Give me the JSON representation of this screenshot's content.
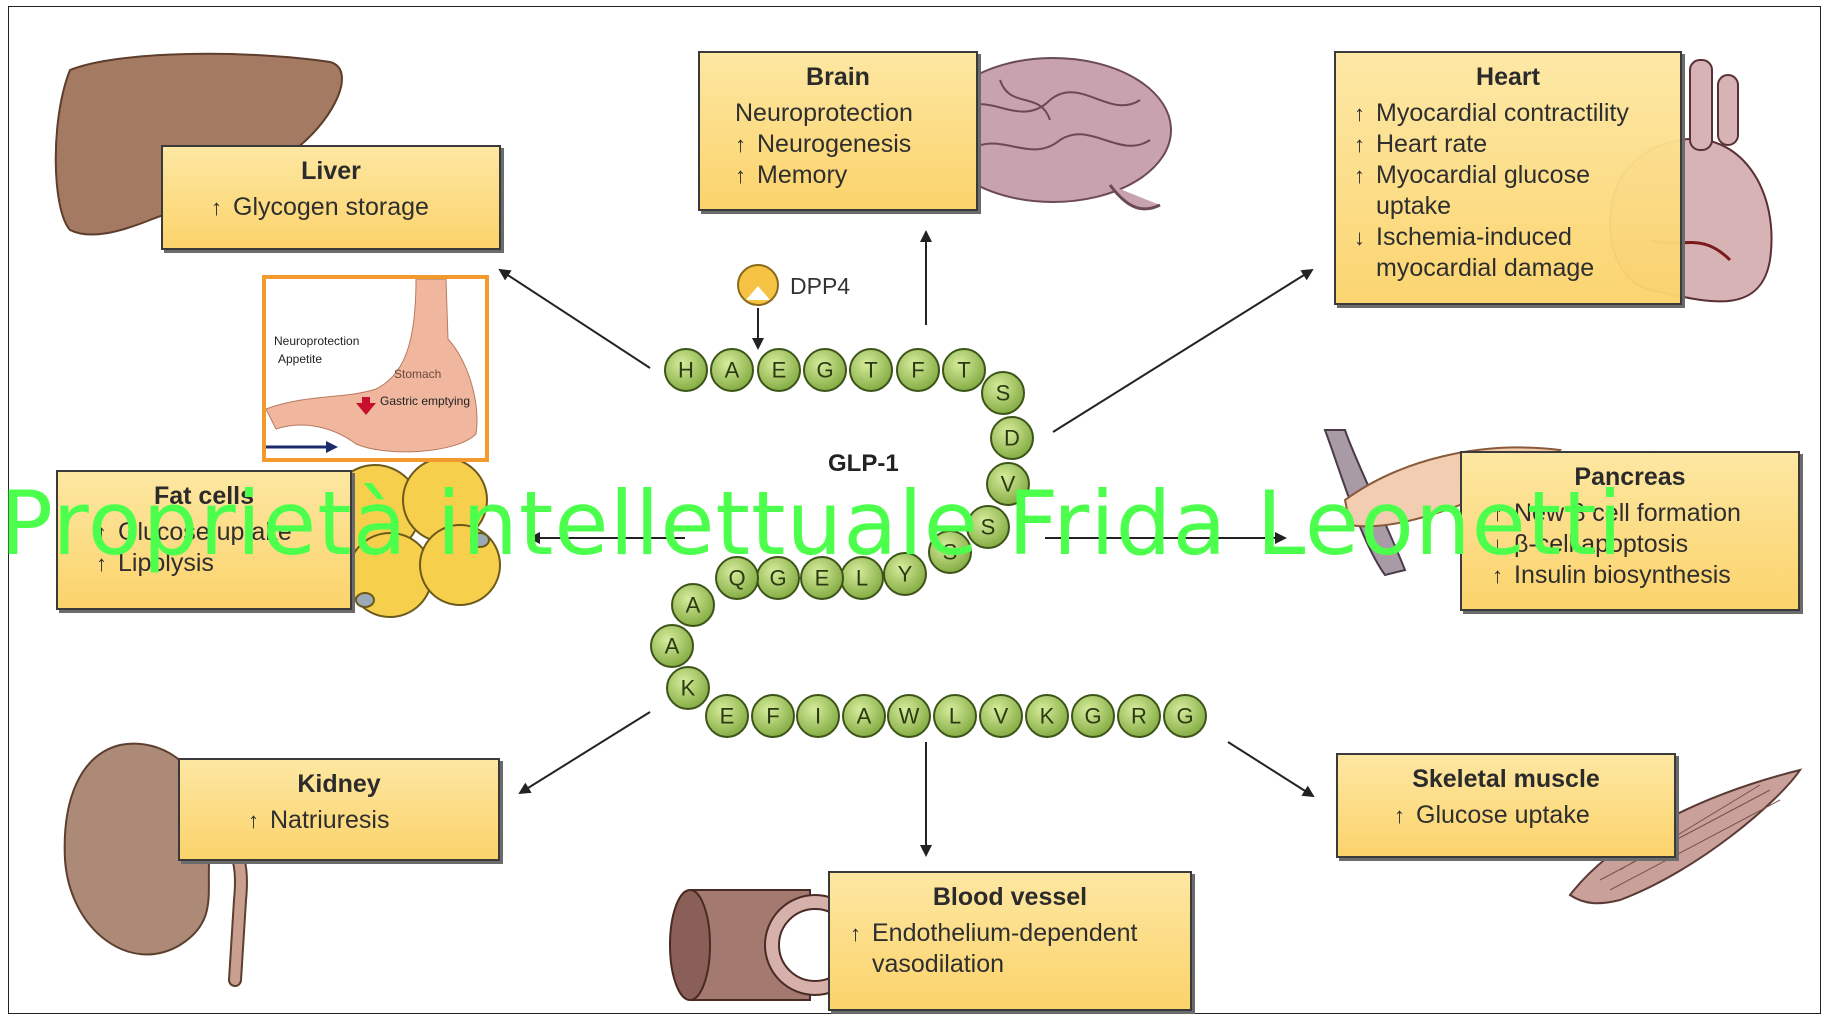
{
  "watermark": "Proprietà intellettuale Frida Leonetti",
  "peptide": {
    "name": "GLP-1",
    "enzyme": "DPP4",
    "sequence": [
      "H",
      "A",
      "E",
      "G",
      "T",
      "F",
      "T",
      "S",
      "D",
      "V",
      "S",
      "S",
      "Y",
      "L",
      "E",
      "G",
      "Q",
      "A",
      "A",
      "K",
      "E",
      "F",
      "I",
      "A",
      "W",
      "L",
      "V",
      "K",
      "G",
      "R",
      "G"
    ]
  },
  "organs": {
    "liver": {
      "title": "Liver",
      "effects": [
        {
          "arrow": "↑",
          "text": "Glycogen storage"
        }
      ]
    },
    "brain": {
      "title": "Brain",
      "effects": [
        {
          "arrow": "",
          "text": "Neuroprotection"
        },
        {
          "arrow": "↑",
          "text": "Neurogenesis"
        },
        {
          "arrow": "↑",
          "text": "Memory"
        }
      ]
    },
    "heart": {
      "title": "Heart",
      "effects": [
        {
          "arrow": "↑",
          "text": "Myocardial contractility"
        },
        {
          "arrow": "↑",
          "text": "Heart rate"
        },
        {
          "arrow": "↑",
          "text": "Myocardial glucose"
        },
        {
          "arrow": "",
          "text": "uptake"
        },
        {
          "arrow": "↓",
          "text": "Ischemia-induced"
        },
        {
          "arrow": "",
          "text": "myocardial damage"
        }
      ]
    },
    "fat": {
      "title": "Fat cells",
      "effects": [
        {
          "arrow": "↑",
          "text": "Glucose uptake"
        },
        {
          "arrow": "↑",
          "text": "Lipolysis"
        }
      ]
    },
    "pancreas": {
      "title": "Pancreas",
      "effects": [
        {
          "arrow": "↑",
          "text": "New β cell formation"
        },
        {
          "arrow": "↓",
          "text": "β-cell apoptosis"
        },
        {
          "arrow": "↑",
          "text": "Insulin biosynthesis"
        }
      ]
    },
    "kidney": {
      "title": "Kidney",
      "effects": [
        {
          "arrow": "↑",
          "text": "Natriuresis"
        }
      ]
    },
    "vessel": {
      "title": "Blood vessel",
      "effects": [
        {
          "arrow": "↑",
          "text": "Endothelium-dependent"
        },
        {
          "arrow": "",
          "text": "vasodilation"
        }
      ]
    },
    "muscle": {
      "title": "Skeletal muscle",
      "effects": [
        {
          "arrow": "↑",
          "text": "Glucose uptake"
        }
      ]
    }
  },
  "inset": {
    "lines": [
      "Neuroprotection",
      "Appetite",
      "Stomach",
      "Gastric emptying"
    ]
  },
  "colors": {
    "box": "#fbd36b",
    "bead": "#9dc25a",
    "watermark": "#4cff4c",
    "inset_border": "#f39a2e"
  }
}
